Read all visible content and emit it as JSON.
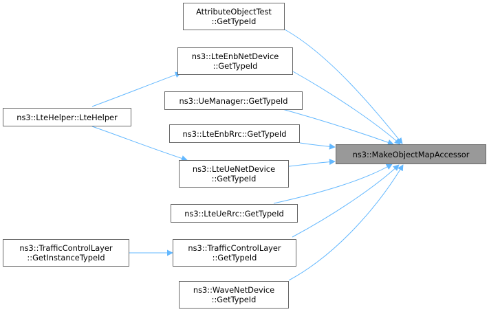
{
  "graph": {
    "colors": {
      "edge": "#63b8ff",
      "node_border": "#666666",
      "target_fill": "#999999"
    },
    "target": {
      "label": "ns3::MakeObjectMapAccessor"
    },
    "nodes": [
      {
        "line1": "AttributeObjectTest",
        "line2": "::GetTypeId"
      },
      {
        "line1": "ns3::LteEnbNetDevice",
        "line2": "::GetTypeId"
      },
      {
        "line1": "ns3::LteHelper::LteHelper"
      },
      {
        "line1": "ns3::UeManager::GetTypeId"
      },
      {
        "line1": "ns3::LteEnbRrc::GetTypeId"
      },
      {
        "line1": "ns3::LteUeNetDevice",
        "line2": "::GetTypeId"
      },
      {
        "line1": "ns3::LteUeRrc::GetTypeId"
      },
      {
        "line1": "ns3::TrafficControlLayer",
        "line2": "::GetInstanceTypeId"
      },
      {
        "line1": "ns3::TrafficControlLayer",
        "line2": "::GetTypeId"
      },
      {
        "line1": "ns3::WaveNetDevice",
        "line2": "::GetTypeId"
      }
    ]
  }
}
